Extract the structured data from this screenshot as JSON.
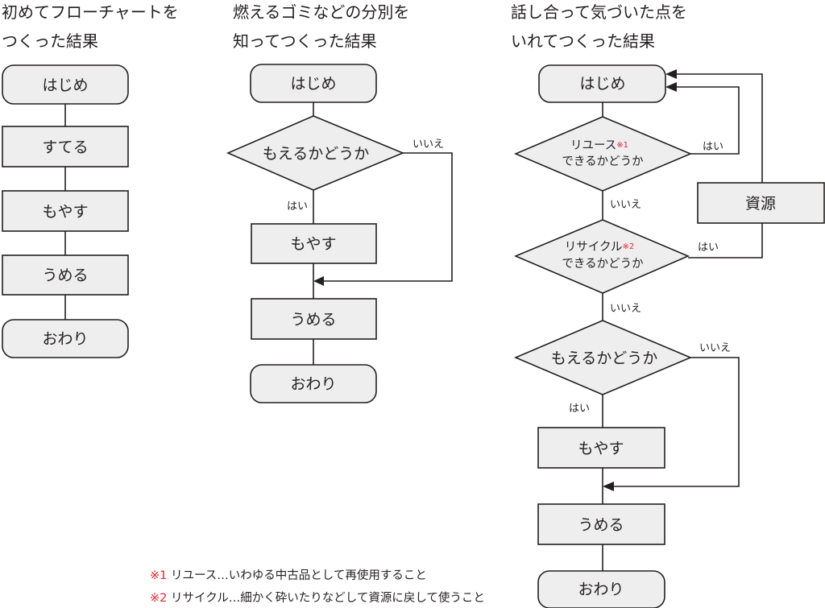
{
  "left": {
    "title": [
      "初めてフローチャートを",
      "つくった結果"
    ],
    "nodes": {
      "start": "はじめ",
      "throw": "すてる",
      "burn": "もやす",
      "bury": "うめる",
      "end": "おわり"
    }
  },
  "middle": {
    "title": [
      "燃えるゴミなどの分別を",
      "知ってつくった結果"
    ],
    "nodes": {
      "start": "はじめ",
      "decision": "もえるかどうか",
      "burn": "もやす",
      "bury": "うめる",
      "end": "おわり"
    },
    "edges": {
      "yes": "はい",
      "no": "いいえ"
    }
  },
  "right": {
    "title": [
      "話し合って気づいた点を",
      "いれてつくった結果"
    ],
    "nodes": {
      "start": "はじめ",
      "reuse_decision": {
        "line1": "リユース",
        "mark": "※1",
        "line2": "できるかどうか"
      },
      "resource": "資源",
      "recycle_decision": {
        "line1": "リサイクル",
        "mark": "※2",
        "line2": "できるかどうか"
      },
      "burn_decision": "もえるかどうか",
      "burn": "もやす",
      "bury": "うめる",
      "end": "おわり"
    },
    "edges": {
      "reuse_yes": "はい",
      "reuse_no": "いいえ",
      "recycle_yes": "はい",
      "recycle_no": "いいえ",
      "burn_yes": "はい",
      "burn_no": "いいえ"
    }
  },
  "notes": [
    {
      "mark": "※1",
      "text": " リユース…いわゆる中古品として再使用すること"
    },
    {
      "mark": "※2",
      "text": " リサイクル…細かく砕いたりなどして資源に戻して使うこと"
    }
  ]
}
